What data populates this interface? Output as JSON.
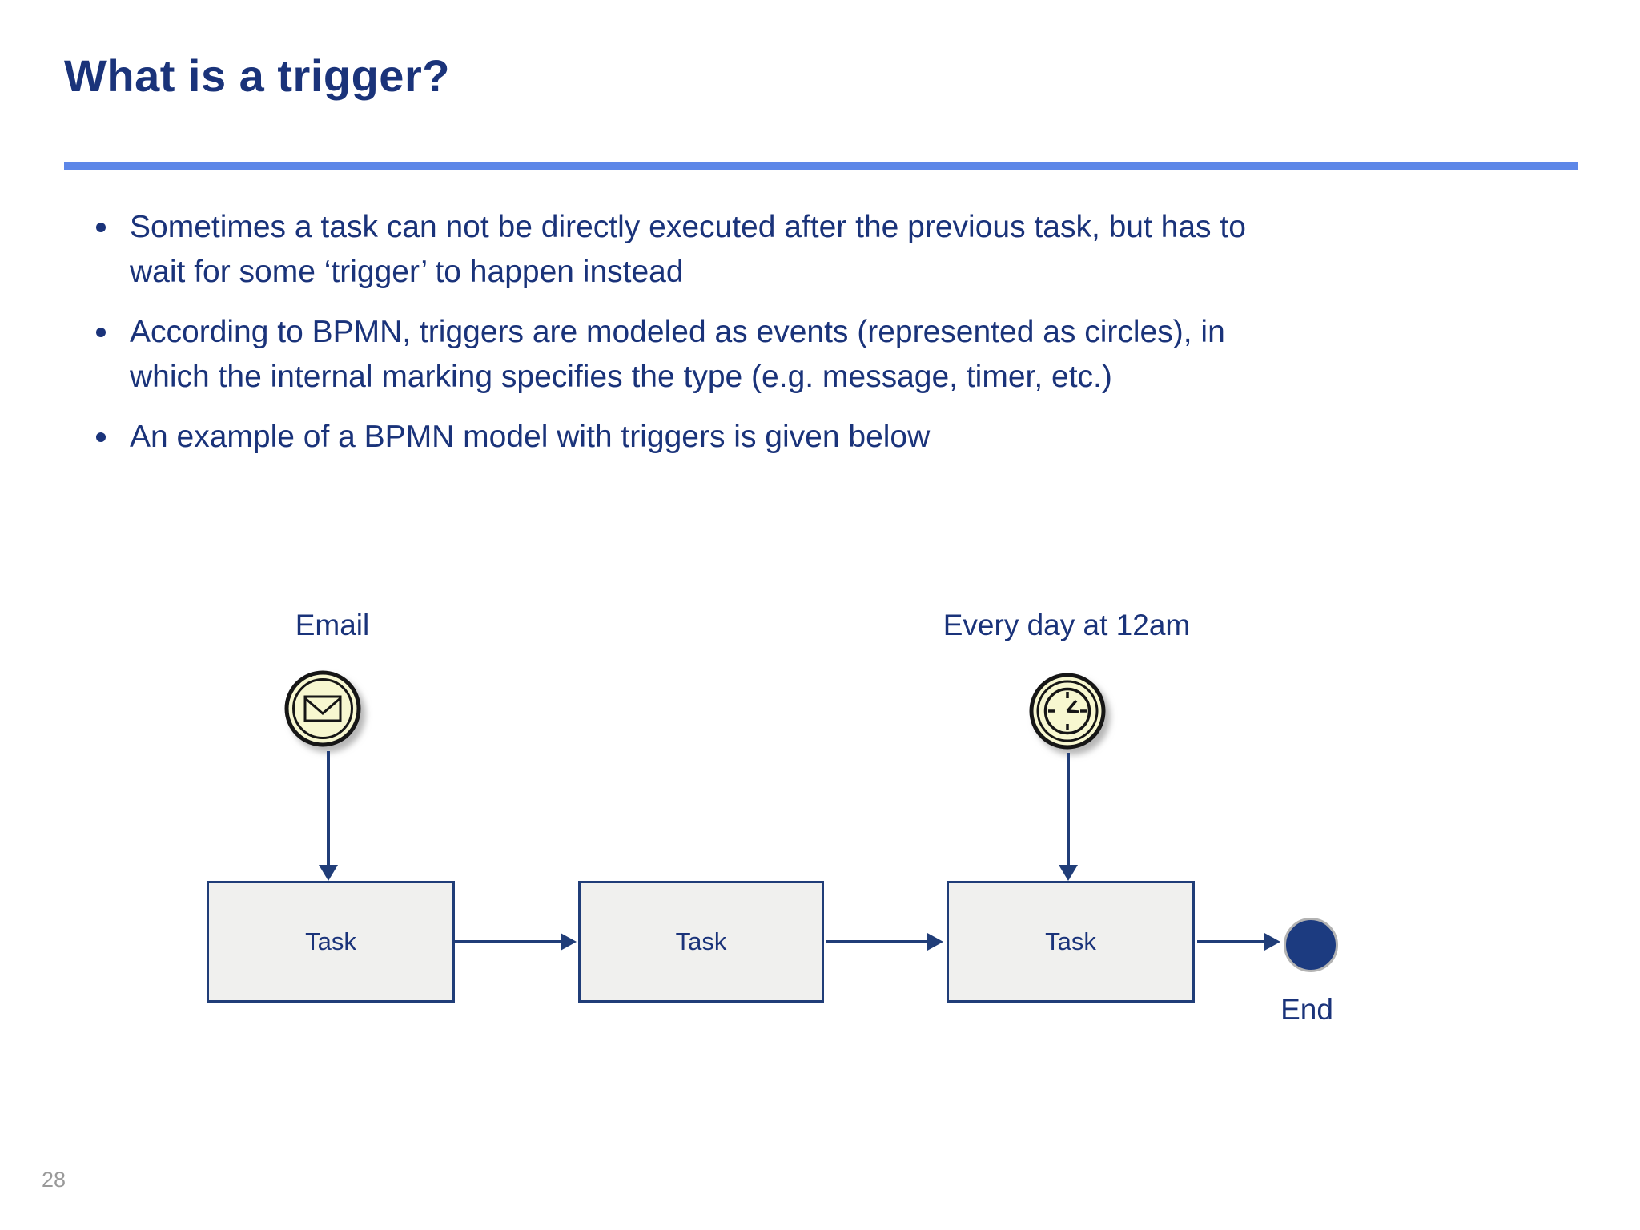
{
  "title": "What is a trigger?",
  "bullets": [
    {
      "lines": [
        "Sometimes a task can not be directly executed after the previous task, but has to",
        "wait for some ‘trigger’ to happen instead"
      ]
    },
    {
      "lines": [
        "According to BPMN, triggers are modeled as events (represented as circles), in",
        "which the internal marking specifies the type (e.g. message, timer, etc.)"
      ]
    },
    {
      "lines": [
        "An example of a BPMN model with triggers is given below"
      ]
    }
  ],
  "diagram": {
    "events": [
      {
        "type": "message",
        "label": "Email"
      },
      {
        "type": "timer",
        "label": "Every day at 12am"
      }
    ],
    "tasks": [
      "Task",
      "Task",
      "Task"
    ],
    "end_label": "End"
  },
  "page": {
    "number": "28"
  },
  "colors": {
    "navy": "#1a337a",
    "accent-rule": "#5d87e8",
    "diagram-line": "#203d78",
    "event-fill": "#f7f7d0",
    "event-stroke": "#161616",
    "task-fill": "#f0f0ee",
    "end-fill": "#1c3b80",
    "end-ring": "#b3b3b3",
    "page-number-gray": "#9a9a9a"
  }
}
